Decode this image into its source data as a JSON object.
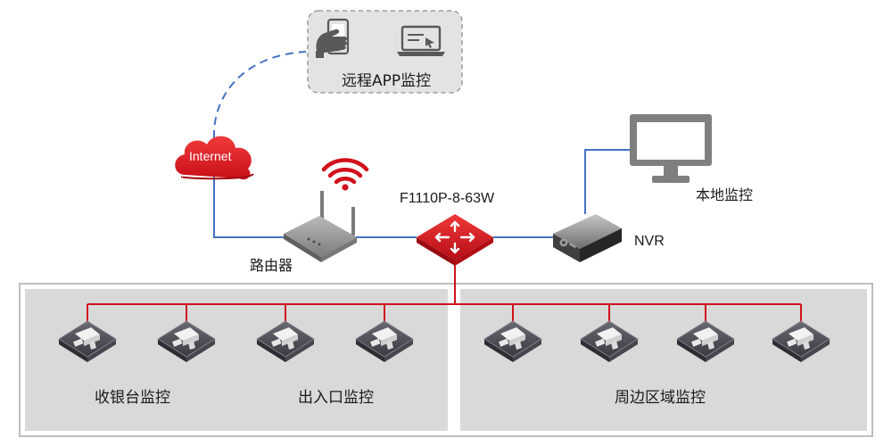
{
  "remote_monitor": {
    "label": "远程APP监控",
    "phone_icon": "smartphone-touch-icon",
    "laptop_icon": "laptop-icon"
  },
  "internet": {
    "label": "Internet",
    "icon": "cloud-icon"
  },
  "router": {
    "label": "路由器",
    "icon": "wifi-router-icon",
    "wifi_icon": "wifi-signal-icon"
  },
  "switch": {
    "label": "F1110P-8-63W",
    "icon": "poe-switch-icon"
  },
  "nvr": {
    "label": "NVR",
    "icon": "nvr-recorder-icon"
  },
  "local_monitor": {
    "label": "本地监控",
    "icon": "monitor-icon"
  },
  "zones": [
    {
      "label": "收银台监控",
      "camera_count": 2
    },
    {
      "label": "出入口监控",
      "camera_count": 2
    },
    {
      "label": "周边区域监控",
      "camera_count": 4
    }
  ],
  "colors": {
    "blue_link": "#4472c4",
    "red_poe": "#d0101a",
    "zone_bg": "#d9d9d9",
    "dashed_box_bg": "#e3e3e3",
    "device_gray": "#8c8c8c"
  }
}
